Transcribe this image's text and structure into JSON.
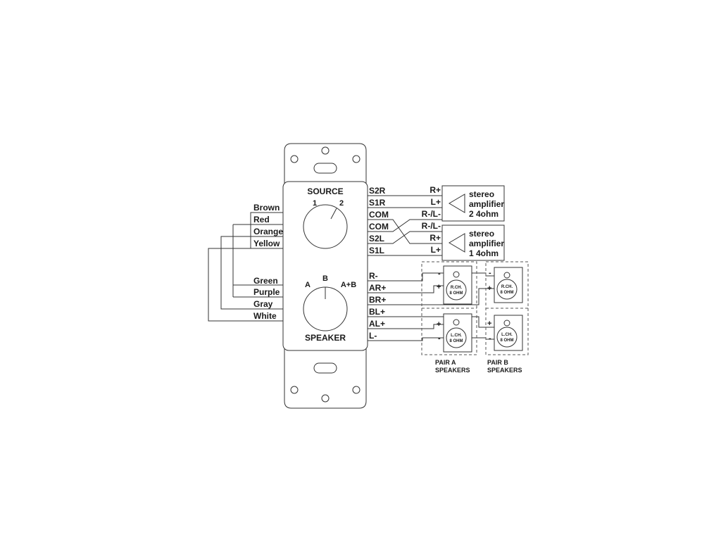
{
  "plate": {
    "source_title": "SOURCE",
    "source_pos1": "1",
    "source_pos2": "2",
    "speaker_title": "SPEAKER",
    "speaker_pos_a": "A",
    "speaker_pos_b": "B",
    "speaker_pos_ab": "A+B"
  },
  "left_wires": {
    "source": [
      "Brown",
      "Red",
      "Orange",
      "Yellow"
    ],
    "speaker": [
      "Green",
      "Purple",
      "Gray",
      "White"
    ]
  },
  "source_terminals": [
    "S2R",
    "S1R",
    "COM",
    "COM",
    "S2L",
    "S1L"
  ],
  "speaker_terminals": [
    "R-",
    "AR+",
    "BR+",
    "BL+",
    "AL+",
    "L-"
  ],
  "amplifiers": [
    {
      "inputs": [
        "R+",
        "L+",
        "R-/L-"
      ],
      "line1": "stereo",
      "line2": "amplifier",
      "line3": "2  4ohm"
    },
    {
      "inputs": [
        "R-/L-",
        "R+",
        "L+"
      ],
      "line1": "stereo",
      "line2": "amplifier",
      "line3": "1  4ohm"
    }
  ],
  "speakers": {
    "pair_a": {
      "top": {
        "plus": "+",
        "minus": "-",
        "line1": "R.CH.",
        "line2": "8 OHM"
      },
      "bottom": {
        "plus": "+",
        "minus": "-",
        "line1": "L.CH.",
        "line2": "8 OHM"
      },
      "caption1": "PAIR A",
      "caption2": "SPEAKERS"
    },
    "pair_b": {
      "top": {
        "plus": "+",
        "minus": "-",
        "line1": "R.CH.",
        "line2": "8 OHM"
      },
      "bottom": {
        "plus": "+",
        "minus": "-",
        "line1": "L.CH.",
        "line2": "8 OHM"
      },
      "caption1": "PAIR B",
      "caption2": "SPEAKERS"
    }
  }
}
